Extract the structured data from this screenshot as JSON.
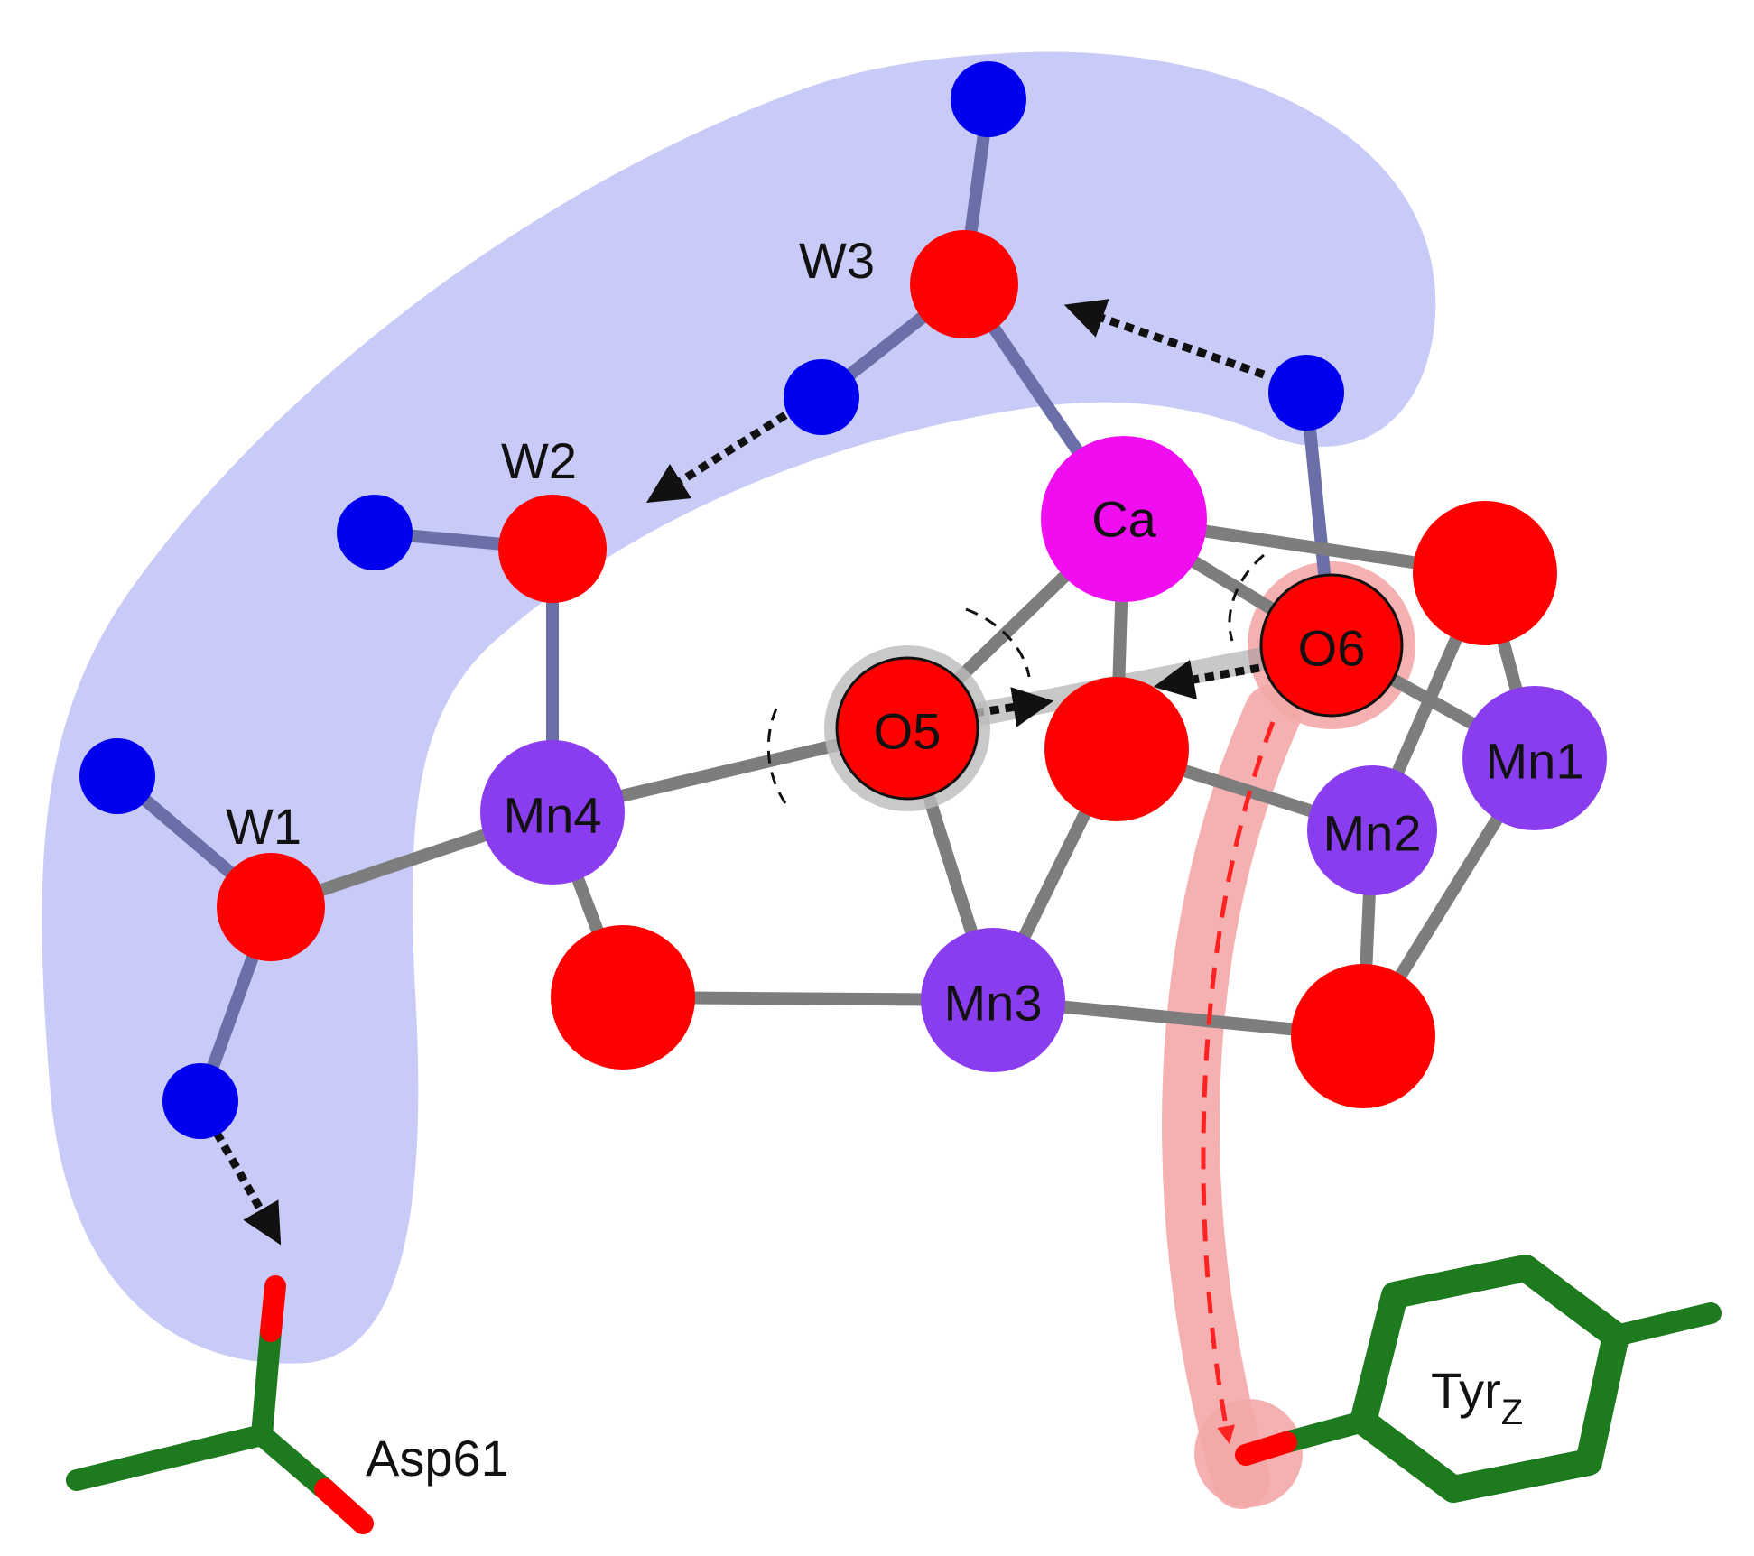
{
  "labels": {
    "w3": "W3",
    "w2": "W2",
    "w1": "W1",
    "asp61": "Asp61",
    "tyr_main": "Tyr",
    "tyr_sub": "Z"
  },
  "atoms": {
    "ca": "Ca",
    "o5": "O5",
    "o6": "O6",
    "mn1": "Mn1",
    "mn2": "Mn2",
    "mn3": "Mn3",
    "mn4": "Mn4"
  },
  "colors": {
    "water_region": "#c5c7f7",
    "hydrogen": "#0000ee",
    "oxygen": "#ff0000",
    "manganese": "#8a3dee",
    "calcium": "#f00ef0",
    "bond": "#7d7d7d",
    "residue": "#1e7a1e",
    "proton_path": "#f4a8a8"
  }
}
